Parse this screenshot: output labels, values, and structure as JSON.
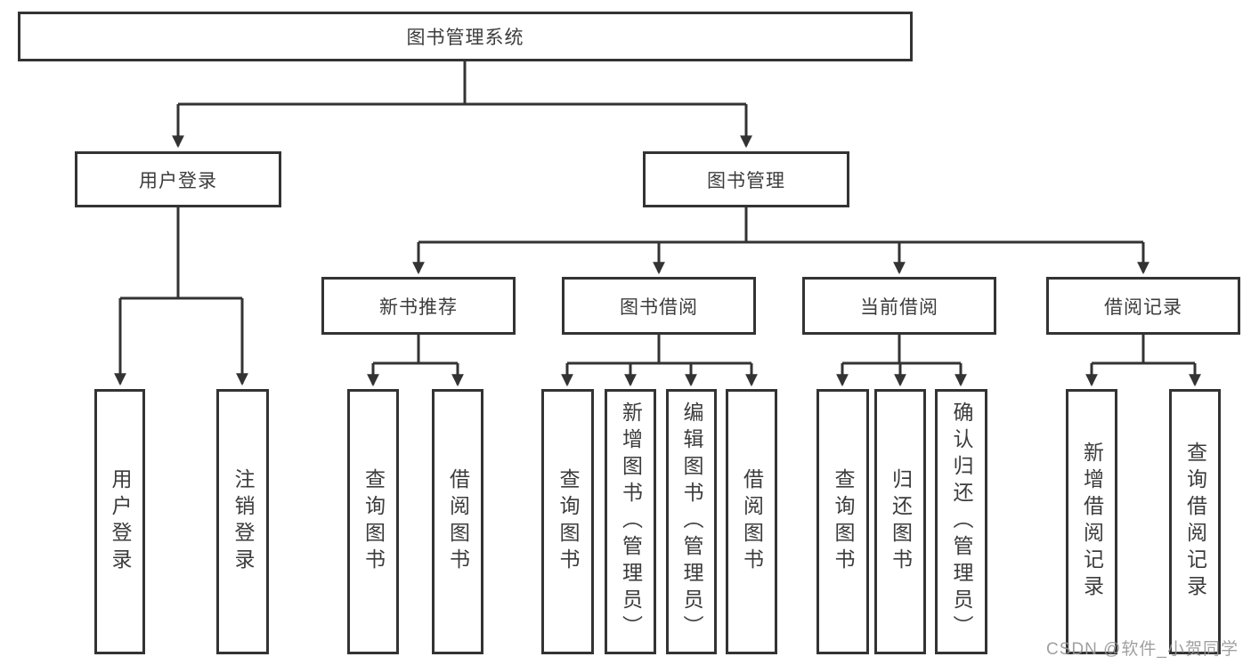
{
  "diagram": {
    "root": {
      "label": "图书管理系统"
    },
    "level2": [
      {
        "id": "user-login",
        "label": "用户登录"
      },
      {
        "id": "book-management",
        "label": "图书管理"
      }
    ],
    "level3": [
      {
        "id": "new-book-recommend",
        "label": "新书推荐"
      },
      {
        "id": "book-borrowing",
        "label": "图书借阅"
      },
      {
        "id": "current-borrowing",
        "label": "当前借阅"
      },
      {
        "id": "borrowing-records",
        "label": "借阅记录"
      }
    ],
    "leaves": [
      {
        "id": "user-login-action",
        "label": "用户登录"
      },
      {
        "id": "logout-action",
        "label": "注销登录"
      },
      {
        "id": "query-books-recommend",
        "label": "查询图书"
      },
      {
        "id": "borrow-books-recommend",
        "label": "借阅图书"
      },
      {
        "id": "query-books-borrowing",
        "label": "查询图书"
      },
      {
        "id": "add-books-admin",
        "label": "新增图书（管理员）"
      },
      {
        "id": "edit-books-admin",
        "label": "编辑图书（管理员）"
      },
      {
        "id": "borrow-books-borrowing",
        "label": "借阅图书"
      },
      {
        "id": "query-books-current",
        "label": "查询图书"
      },
      {
        "id": "return-books",
        "label": "归还图书"
      },
      {
        "id": "confirm-return-admin",
        "label": "确认归还（管理员）"
      },
      {
        "id": "add-borrow-record",
        "label": "新增借阅记录"
      },
      {
        "id": "query-borrow-record",
        "label": "查询借阅记录"
      }
    ],
    "watermark": "CSDN @软件_小贺同学",
    "colors": {
      "line": "#333333",
      "text": "#3c3c3c",
      "watermark": "#969696",
      "background": "#ffffff"
    }
  }
}
